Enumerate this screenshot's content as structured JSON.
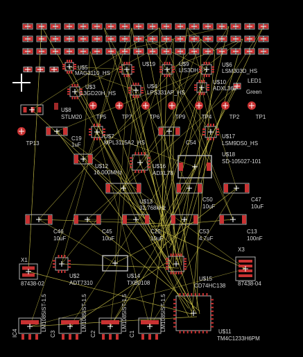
{
  "app": {
    "name": "PCB board layout editor"
  },
  "colors": {
    "background": "#000000",
    "pad": "#c83232",
    "pad_dark": "#a02828",
    "outline": "#b4b4b4",
    "airwire": "#d2c84a",
    "label": "#d8d8d8",
    "origin": "#ffffff"
  },
  "cursor": {
    "icon": "crosshair-cursor-icon"
  },
  "labels": {
    "u5": "U$5",
    "u5_part": "MAG3110_HS",
    "u19": "U$19",
    "u9": "U$9",
    "u9_part": "LIS3DH",
    "u6": "U$6",
    "u6_part": "LSM303D_HS",
    "u3": "U$3",
    "u3_part": "L3GD20H_HS",
    "u4": "U$4",
    "u4_part": "LPS331AP_HS",
    "u10": "U$10",
    "u10_part": "ADXL362",
    "led1": "LED1",
    "led1_color": "Green",
    "u8": "U$8",
    "u8_part": "STLM20",
    "tp5": "TP5",
    "tp7": "TP7",
    "tp6": "TP6",
    "tp9": "TP9",
    "tp4": "TP4",
    "tp2": "TP2",
    "tp1": "TP1",
    "tp13": "TP13",
    "c19": "C19",
    "c19_val": "1uF",
    "u7": "U$7",
    "u7_part": "MPL3115A2_HS",
    "c54": "C54",
    "u17": "U$17",
    "u17_part": "LSM9DS0_HS",
    "u18": "U$18",
    "u18_part": "SD-105027-101",
    "u12": "U$12",
    "u12_part": "16.000MHz",
    "u16": "U$16",
    "u16_part": "ADXL78",
    "u13": "U$13",
    "u13_part": "32.768kHz",
    "c50": "C50",
    "c50_val": "10uF",
    "c47": "C47",
    "c47_val": "10uF",
    "c46": "C46",
    "c46_val": "10uF",
    "c45": "C45",
    "c45_val": "10uF",
    "c25": "C25",
    "c25_val": "10uF",
    "c53": "C53",
    "c53_val": "4.7uF",
    "c13": "C13",
    "c13_val": "100nF",
    "x1": "X1",
    "x1_part": "87438-02",
    "u2": "U$2",
    "u2_part": "ADT7310",
    "u14": "U$14",
    "u14_part": "TXB0108",
    "u15": "U$15",
    "u15_part": "CD74HC138",
    "x3": "X3",
    "x3_part": "87438-04",
    "ic4": "IC4",
    "ic4_part": "LM1085IST-1.5",
    "c3": "C3",
    "c3_part": "LM1085IST-1.5",
    "c2": "C2",
    "c2_part": "LM1085IST-1.5",
    "c1": "C1",
    "c1_part": "LM1085IST-1.5",
    "u11": "U$11",
    "u11_part": "TM4C1233H6PM"
  }
}
